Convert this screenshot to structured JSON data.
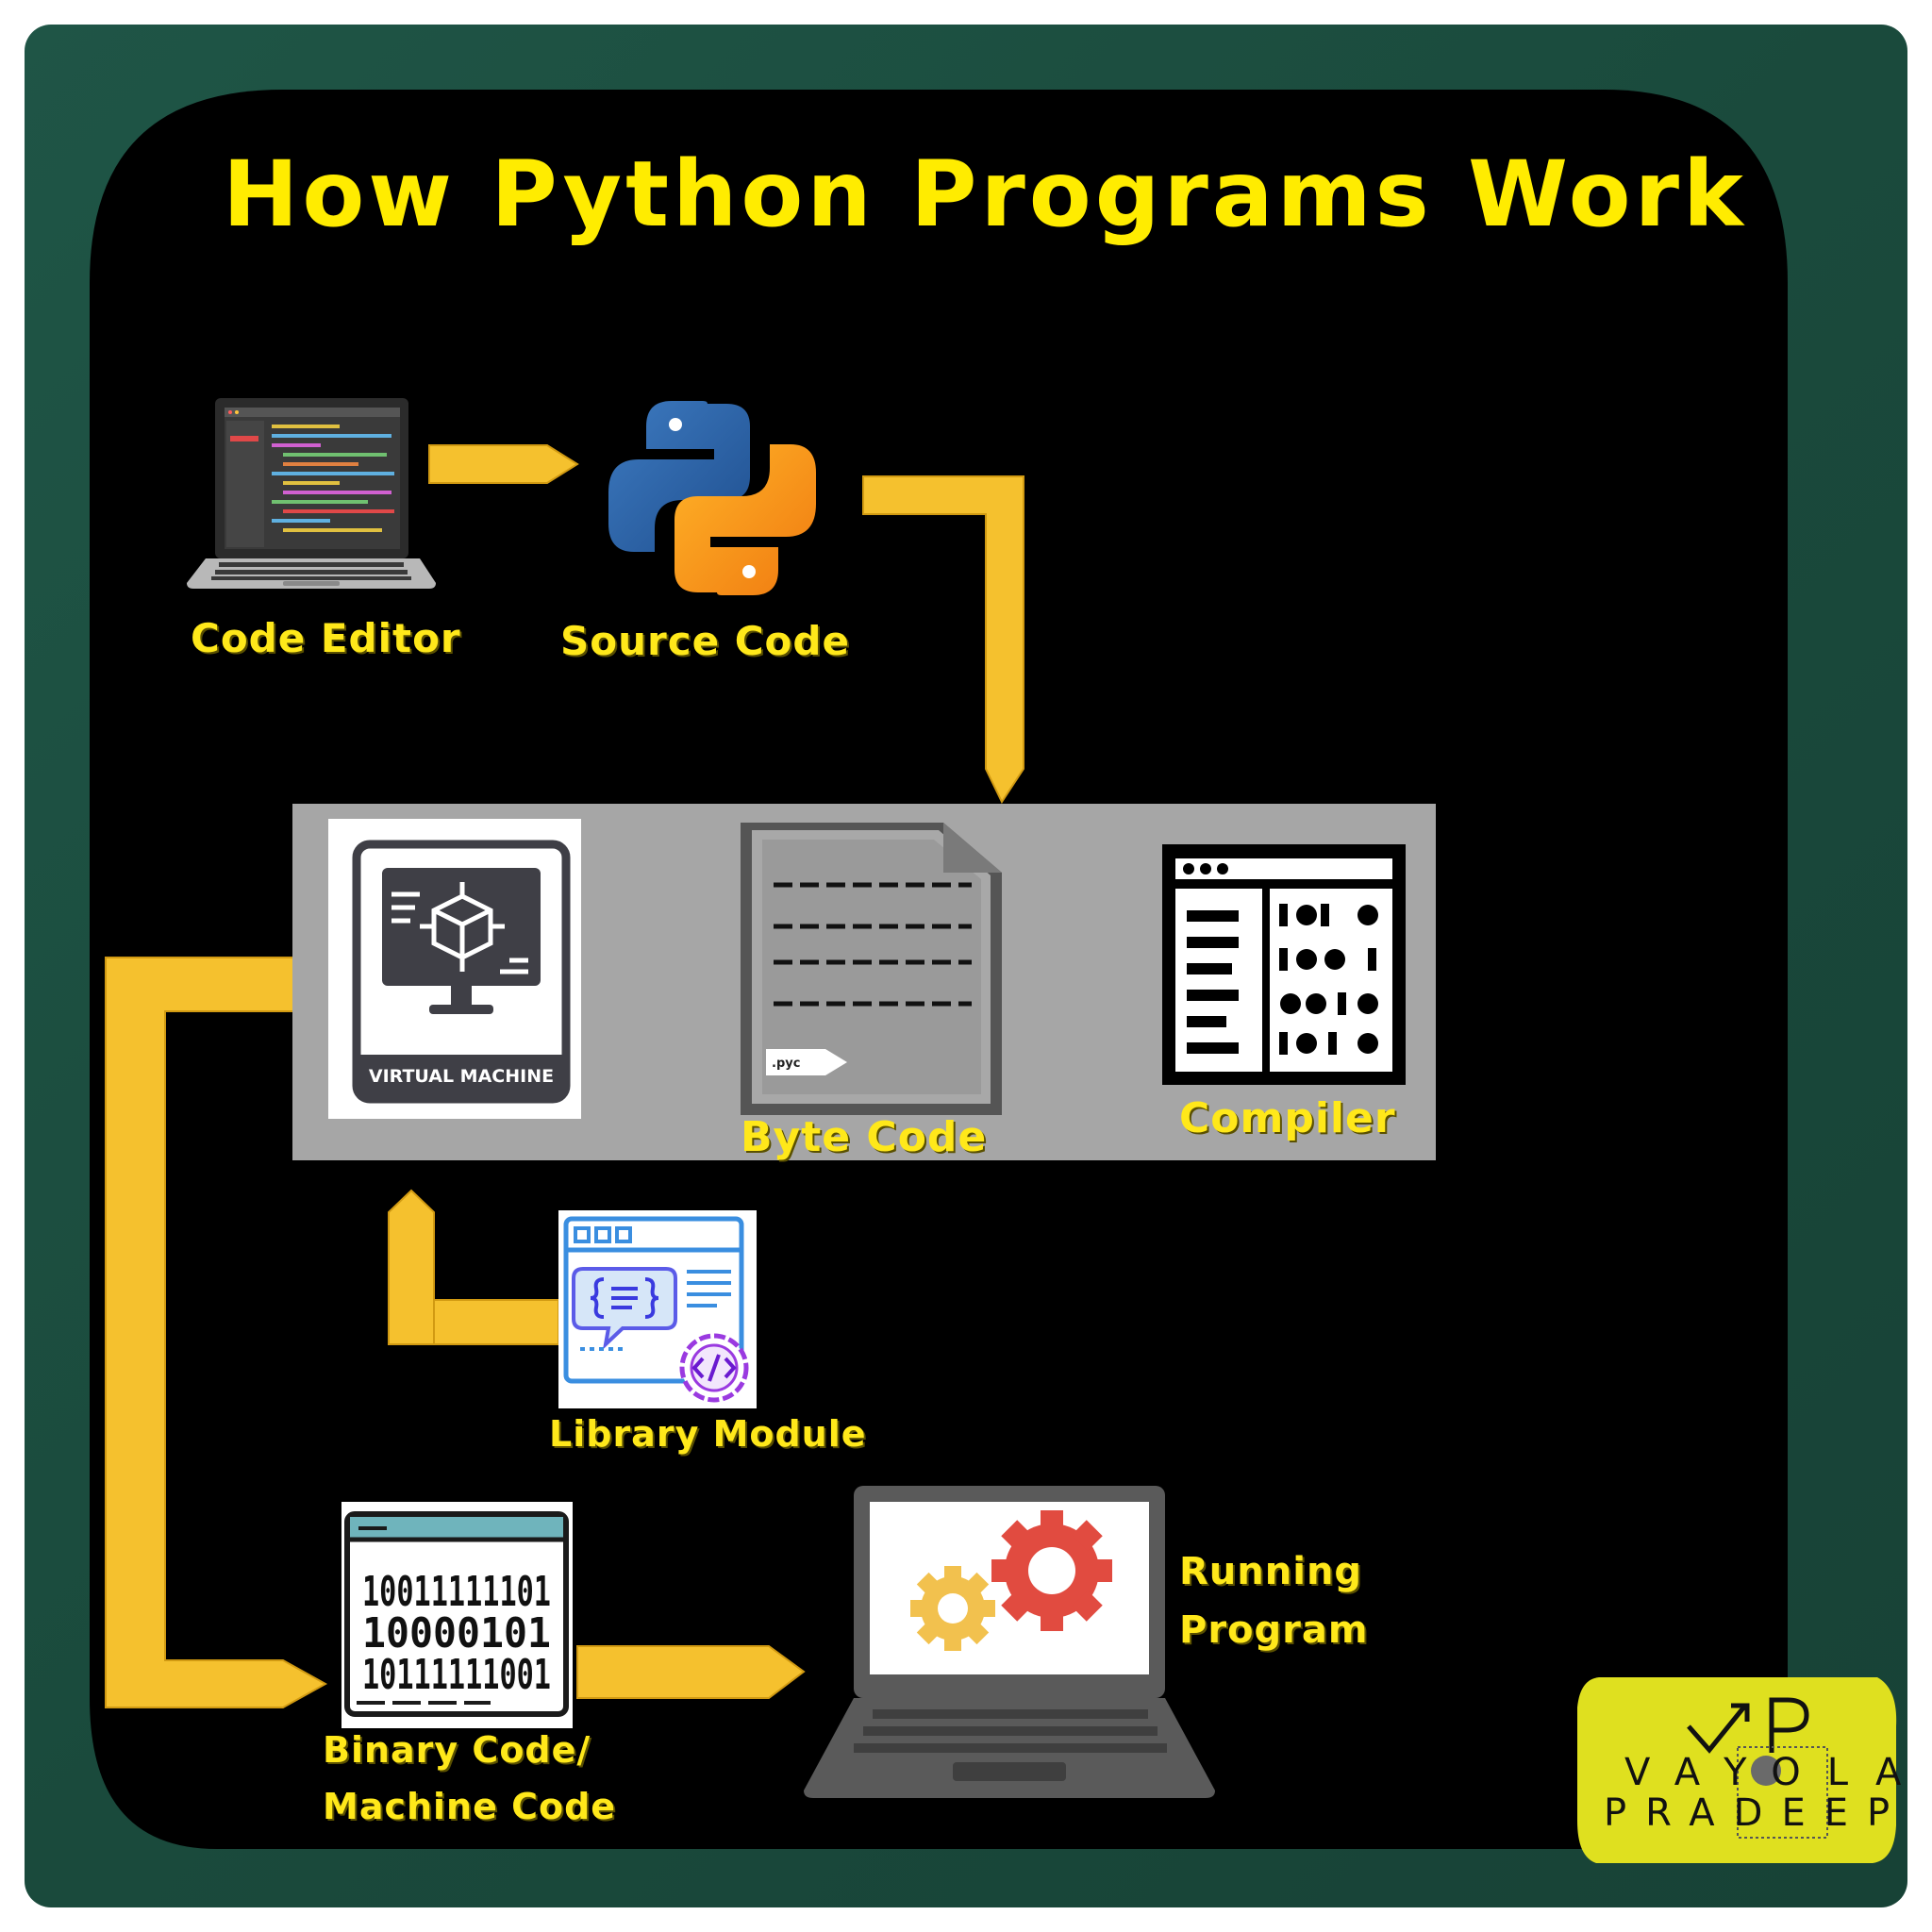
{
  "title": "How Python Programs Work",
  "nodes": {
    "code_editor": "Code Editor",
    "source_code": "Source Code",
    "virtual_machine": "VIRTUAL MACHINE",
    "byte_code": "Byte Code",
    "byte_code_ext": ".pyc",
    "compiler": "Compiler",
    "library_module": "Library Module",
    "binary_code_line1": "Binary Code/",
    "binary_code_line2": "Machine Code",
    "binary_rows": [
      "10011111101",
      "10000101",
      "10111111001"
    ],
    "running_program_line1": "Running",
    "running_program_line2": "Program"
  },
  "logo": {
    "line1": "VAYOLA",
    "line2": "PRADEEP"
  },
  "colors": {
    "frame": "#1c4a3c",
    "panel": "#000000",
    "arrow": "#f5c12e",
    "label": "#ffe81a",
    "band": "#a6a6a6",
    "logo_bg": "#dfe01f"
  },
  "icons": {
    "code_editor": "laptop-code-icon",
    "source_code": "python-logo-icon",
    "virtual_machine": "virtual-machine-icon",
    "byte_code": "document-icon",
    "compiler": "compiler-window-icon",
    "library_module": "library-module-icon",
    "binary_code": "binary-window-icon",
    "running_program": "laptop-gears-icon"
  }
}
